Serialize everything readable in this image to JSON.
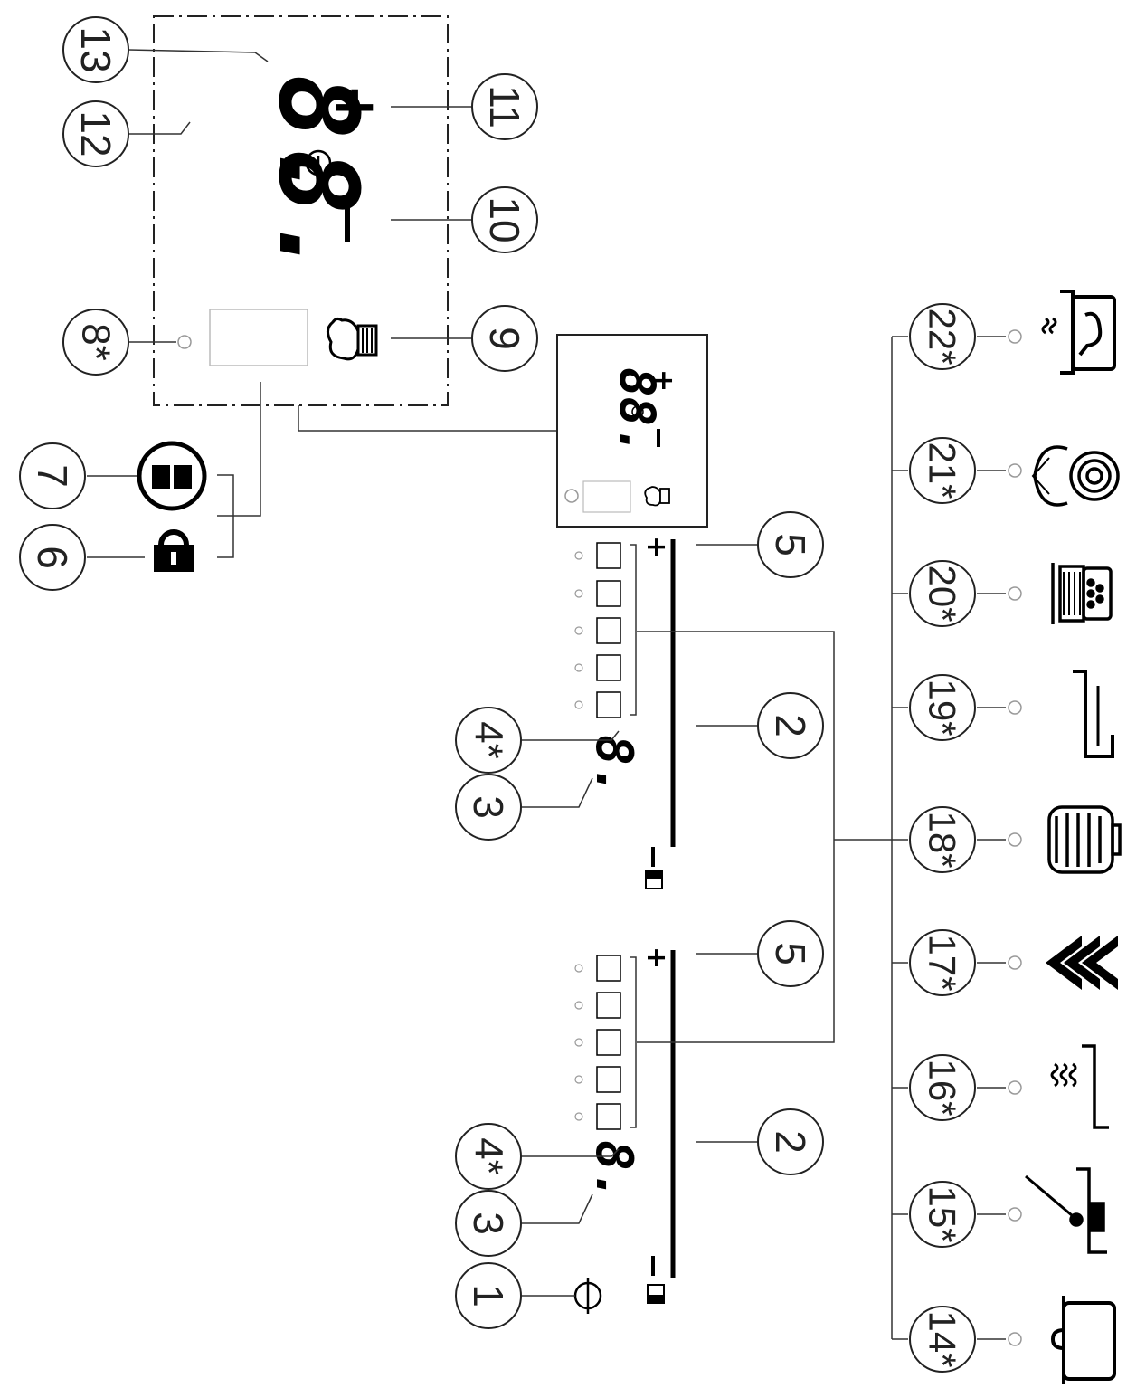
{
  "diagram": {
    "callouts": {
      "c1": "1",
      "c2a": "2",
      "c2b": "2",
      "c3a": "3",
      "c3b": "3",
      "c4a": "4*",
      "c4b": "4*",
      "c5a": "5",
      "c5b": "5",
      "c6": "6",
      "c7": "7",
      "c8": "8*",
      "c9": "9",
      "c10": "10",
      "c11": "11",
      "c12": "12",
      "c13": "13",
      "c14": "14*",
      "c15": "15*",
      "c16": "16*",
      "c17": "17*",
      "c18": "18*",
      "c19": "19*",
      "c20": "20*",
      "c21": "21*",
      "c22": "22*"
    },
    "displays": {
      "zone_digit_a": "8.",
      "zone_digit_b": "8.",
      "timer_big_top": "8.",
      "timer_big_bottom": "8.",
      "timer_small": "88."
    },
    "symbols": {
      "plus": "+",
      "minus": "−",
      "minus_short": "–"
    }
  }
}
